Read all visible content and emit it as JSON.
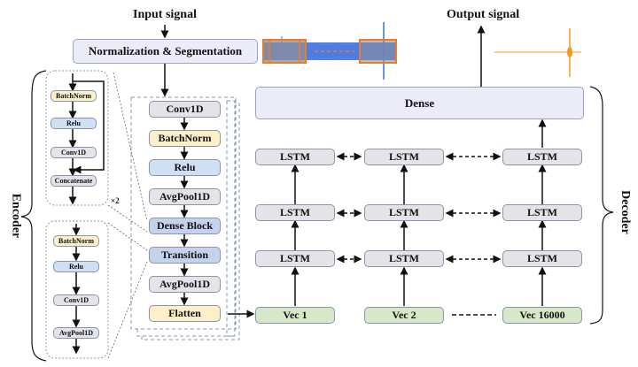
{
  "labels": {
    "input_signal": "Input signal",
    "output_signal": "Output signal",
    "normalization": "Normalization & Segmentation",
    "encoder": "Encoder",
    "decoder": "Decoder",
    "repeat": "×2",
    "dense": "Dense"
  },
  "dense_block_detail": [
    "BatchNorm",
    "Relu",
    "Conv1D",
    "Concatenate"
  ],
  "transition_detail": [
    "BatchNorm",
    "Relu",
    "Conv1D",
    "AvgPool1D"
  ],
  "encoder_stack": [
    "Conv1D",
    "BatchNorm",
    "Relu",
    "AvgPool1D",
    "Dense Block",
    "Transition",
    "AvgPool1D",
    "Flatten"
  ],
  "lstm": {
    "label": "LSTM",
    "rows": 3,
    "columns": 3
  },
  "vectors": [
    "Vec 1",
    "Vec 2",
    "Vec 16000"
  ],
  "colors": {
    "signal_blue": "#3a6fe0",
    "segment_orange": "#f07a2a",
    "output_orange": "#f59a1e"
  }
}
